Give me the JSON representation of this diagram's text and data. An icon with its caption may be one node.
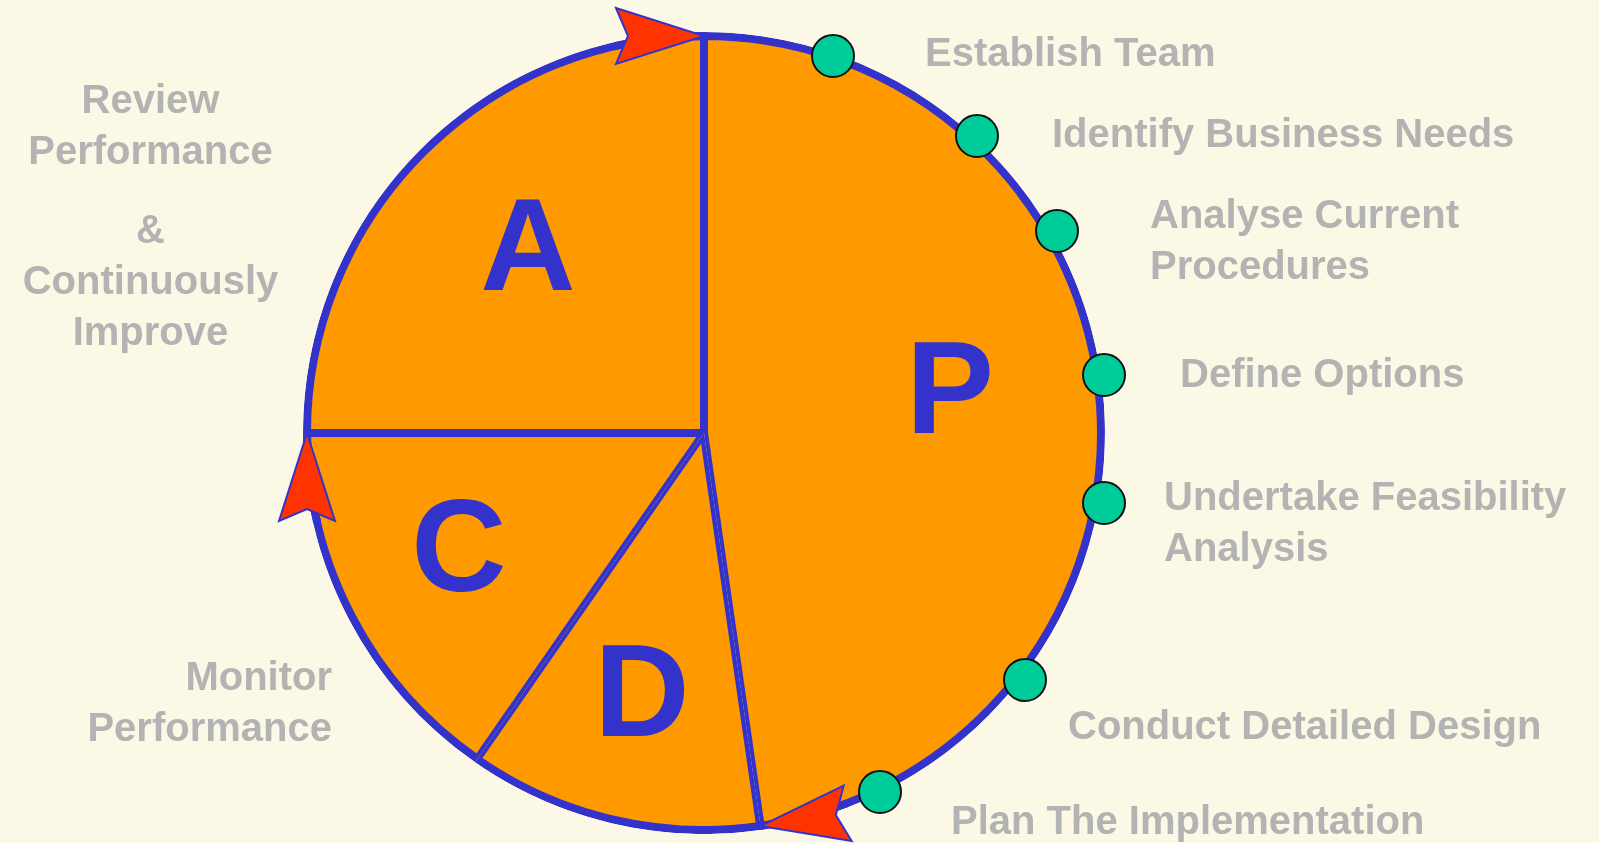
{
  "diagram": {
    "nodes": [
      {
        "text": [
          "A"
        ]
      },
      {
        "text": [
          "P"
        ]
      },
      {
        "text": [
          "C"
        ]
      },
      {
        "text": [
          "D"
        ]
      },
      {
        "text": [],
        "shape": "circle"
      },
      {
        "text": [],
        "shape": "circle"
      },
      {
        "text": [],
        "shape": "circle"
      },
      {
        "text": [],
        "shape": "circle"
      },
      {
        "text": [],
        "shape": "circle"
      },
      {
        "text": [],
        "shape": "circle"
      },
      {
        "text": [],
        "shape": "circle"
      }
    ],
    "edges": [
      {
        "from": 0,
        "to": 1,
        "arrow": "to"
      },
      {
        "from": 1,
        "to": 3,
        "arrow": "to"
      },
      {
        "from": 2,
        "to": 0,
        "arrow": "to"
      }
    ],
    "labels": [
      "Review Performance",
      "&",
      "Continuously Improve",
      "Monitor Performance",
      "Establish Team",
      "Identify Business Needs",
      "Analyse Current Procedures",
      "Define Options",
      "Undertake Feasibility Analysis",
      "Conduct Detailed Design",
      "Plan The Implementation"
    ]
  }
}
